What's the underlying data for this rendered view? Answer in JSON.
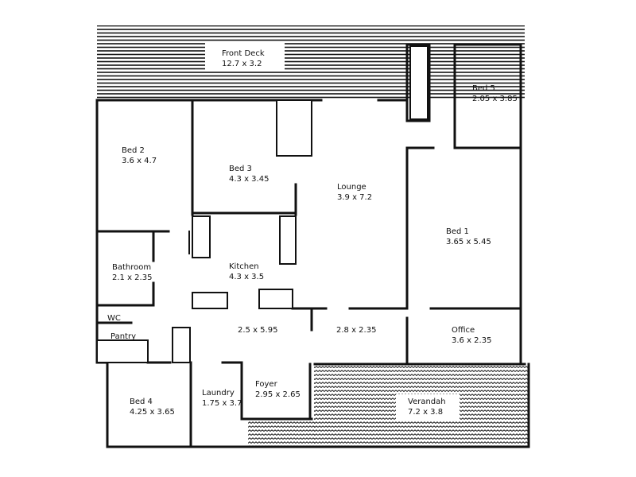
{
  "rooms": {
    "front_deck": {
      "name": "Front Deck",
      "size": "12.7 x 3.2"
    },
    "bed5": {
      "name": "Bed 5",
      "size": "2.05 x 3.85"
    },
    "bed2": {
      "name": "Bed 2",
      "size": "3.6 x 4.7"
    },
    "bed3": {
      "name": "Bed 3",
      "size": "4.3 x 3.45"
    },
    "lounge": {
      "name": "Lounge",
      "size": "3.9 x 7.2"
    },
    "bed1": {
      "name": "Bed 1",
      "size": "3.65 x 5.45"
    },
    "bathroom": {
      "name": "Bathroom",
      "size": "2.1 x 2.35"
    },
    "kitchen": {
      "name": "Kitchen",
      "size": "4.3 x 3.5"
    },
    "wc": {
      "name": "WC"
    },
    "pantry": {
      "name": "Pantry"
    },
    "dining": {
      "size": "2.5 x 5.95"
    },
    "family": {
      "size": "2.8 x 2.35"
    },
    "office": {
      "name": "Office",
      "size": "3.6 x 2.35"
    },
    "bed4": {
      "name": "Bed 4",
      "size": "4.25 x 3.65"
    },
    "laundry": {
      "name": "Laundry",
      "size": "1.75 x 3.7"
    },
    "foyer": {
      "name": "Foyer",
      "size": "2.95 x 2.65"
    },
    "verandah": {
      "name": "Verandah",
      "size": "7.2 x 3.8"
    }
  }
}
